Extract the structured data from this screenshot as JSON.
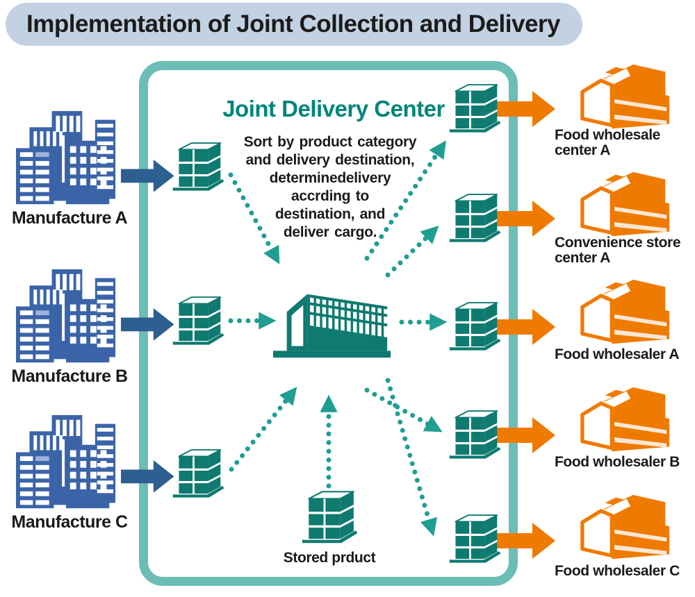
{
  "title": "Implementation of Joint Collection and Delivery",
  "center_box": {
    "heading": "Joint Delivery Center",
    "description_lines": [
      "Sort by product category",
      "and delivery destination,",
      "determinedelivery",
      "accrding to",
      "destination, and",
      "deliver cargo."
    ],
    "stored_product_label": "Stored prduct"
  },
  "manufacturers": [
    {
      "label": "Manufacture A"
    },
    {
      "label": "Manufacture B"
    },
    {
      "label": "Manufacture C"
    }
  ],
  "destinations": [
    {
      "label": "Food wholesale center A"
    },
    {
      "label": "Convenience store center A"
    },
    {
      "label": "Food wholesaler A"
    },
    {
      "label": "Food wholesaler B"
    },
    {
      "label": "Food wholesaler C"
    }
  ],
  "icons": {
    "manufacturer": "city-buildings-icon",
    "cargo": "stacked-pallet-icon",
    "delivery_center": "distribution-building-icon",
    "destination": "warehouse-building-icon",
    "inbound": "blue-right-arrow-icon",
    "outbound": "orange-right-arrow-icon",
    "flow": "teal-dotted-arrow-icon"
  },
  "colors": {
    "title_background": "#c3d2e2",
    "manufacturer_blue": "#3b64a8",
    "window_accent_blue": "#9db4d8",
    "inbound_arrow_blue": "#2d5f90",
    "frame_teal": "#6cbdb6",
    "center_teal": "#0e7a70",
    "heading_teal": "#00857b",
    "dotted_arrow_teal": "#1f9e92",
    "outbound_orange": "#ef7a00",
    "text_black": "#1a1a1a"
  }
}
